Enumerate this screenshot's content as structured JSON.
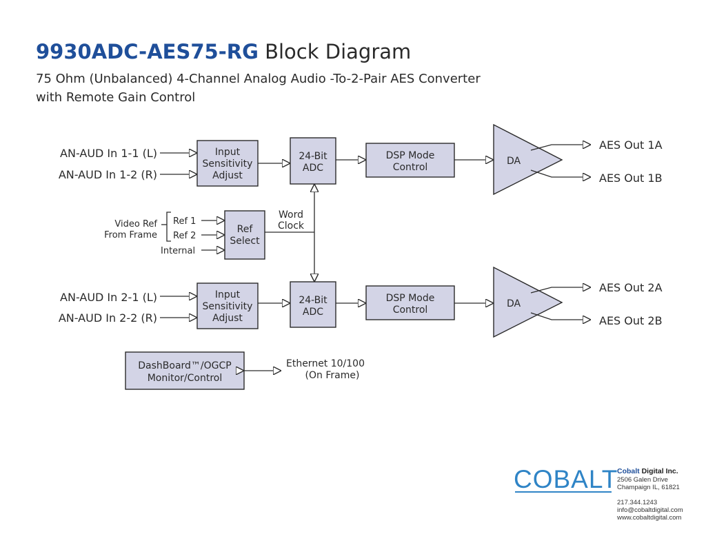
{
  "header": {
    "model": "9930ADC-AES75-RG",
    "title_rest": "Block Diagram",
    "subtitle_line1": "75 Ohm (Unbalanced) 4-Channel Analog Audio -To-2-Pair AES Converter",
    "subtitle_line2": "with Remote Gain Control"
  },
  "inputs": {
    "in_1_1": "AN-AUD In 1-1 (L)",
    "in_1_2": "AN-AUD In 1-2 (R)",
    "in_2_1": "AN-AUD In 2-1 (L)",
    "in_2_2": "AN-AUD In 2-2 (R)"
  },
  "blocks": {
    "input_sens_1": [
      "Input",
      "Sensitivity",
      "Adjust"
    ],
    "input_sens_2": [
      "Input",
      "Sensitivity",
      "Adjust"
    ],
    "adc_1": [
      "24-Bit",
      "ADC"
    ],
    "adc_2": [
      "24-Bit",
      "ADC"
    ],
    "dsp_1": [
      "DSP Mode",
      "Control"
    ],
    "dsp_2": [
      "DSP Mode",
      "Control"
    ],
    "da_1": "DA",
    "da_2": "DA",
    "ref_select": [
      "Ref",
      "Select"
    ],
    "dashboard": [
      "DashBoard™/OGCP",
      "Monitor/Control"
    ]
  },
  "reference": {
    "video_ref": [
      "Video Ref",
      "From Frame"
    ],
    "ref1": "Ref 1",
    "ref2": "Ref 2",
    "internal": "Internal",
    "word_clock": [
      "Word",
      "Clock"
    ]
  },
  "outputs": {
    "out_1a": "AES Out 1A",
    "out_1b": "AES Out 1B",
    "out_2a": "AES Out 2A",
    "out_2b": "AES Out 2B"
  },
  "ethernet": [
    "Ethernet 10/100",
    "(On Frame)"
  ],
  "footer": {
    "logo": "COBALT",
    "company_brand": "Cobalt",
    "company_rest": " Digital Inc.",
    "street": "2506 Galen Drive",
    "city": "Champaign IL, 61821",
    "phone": "217.344.1243",
    "email": "info@cobaltdigital.com",
    "web": "www.cobaltdigital.com"
  },
  "colors": {
    "block_fill": "#d3d4e6",
    "title_blue": "#1f4f9a",
    "logo_blue": "#2f84c6"
  }
}
